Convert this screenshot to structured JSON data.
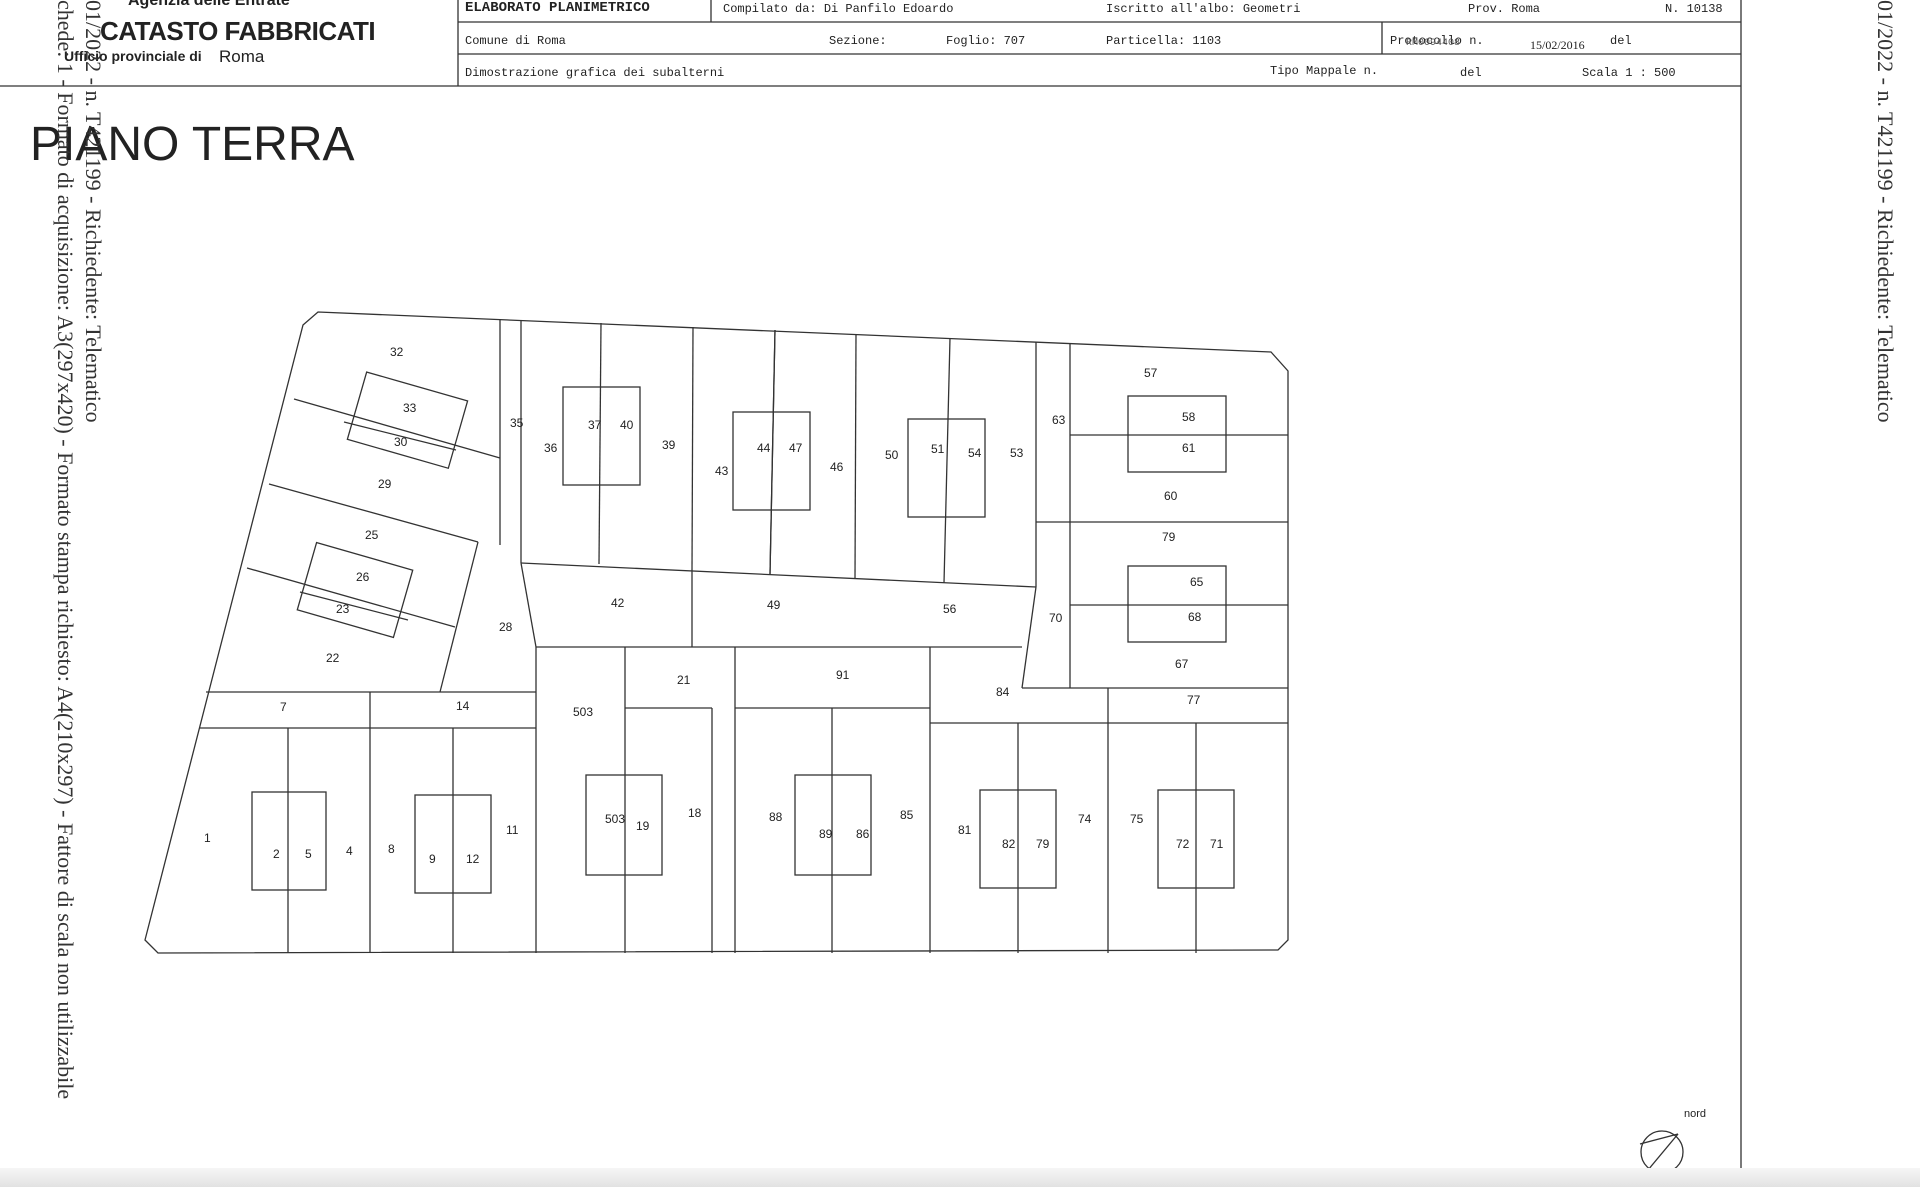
{
  "header": {
    "agency": "Agenzia delle Entrate",
    "catasto": "CATASTO FABBRICATI",
    "ufficio_label": "Ufficio provinciale di",
    "ufficio_city": "Roma",
    "elaborato": "ELABORATO PLANIMETRICO",
    "compilato": "Compilato da: Di Panfilo Edoardo",
    "iscritto": "Iscritto all'albo: Geometri",
    "prov": "Prov. Roma",
    "numero": "N. 10138",
    "comune": "Comune di Roma",
    "sezione": "Sezione:",
    "foglio": "Foglio: 707",
    "particella": "Particella: 1103",
    "protocollo": "Protocollo n.",
    "protocollo_num": "RM0094408",
    "protocollo_data": "15/02/2016",
    "protocollo_del": "del",
    "dimostrazione": "Dimostrazione grafica dei subalterni",
    "tipo_mappale": "Tipo Mappale n.",
    "tipo_del": "del",
    "scala": "Scala 1 : 500"
  },
  "floor_title": "PIANO TERRA",
  "side_text_left_1": "01/2022 - n. T421199 - Richiedente: Telematico",
  "side_text_left_2": "chede: 1 - Formato di acquisizione: A3(297x420) - Formato stampa richiesto: A4(210x297) - Fattore di scala non utilizzabile",
  "side_text_right": "01/2022 - n. T421199 - Richiedente: Telematico",
  "nord_label": "nord",
  "units": [
    "32",
    "33",
    "30",
    "29",
    "35",
    "36",
    "37",
    "40",
    "39",
    "43",
    "44",
    "47",
    "46",
    "50",
    "51",
    "54",
    "53",
    "63",
    "57",
    "58",
    "61",
    "60",
    "79",
    "65",
    "68",
    "67",
    "25",
    "26",
    "23",
    "22",
    "28",
    "42",
    "49",
    "56",
    "70",
    "7",
    "14",
    "503",
    "21",
    "91",
    "84",
    "77",
    "1",
    "2",
    "5",
    "4",
    "8",
    "9",
    "12",
    "11",
    "503",
    "19",
    "18",
    "88",
    "89",
    "86",
    "85",
    "81",
    "82",
    "79",
    "74",
    "75",
    "72",
    "71"
  ]
}
